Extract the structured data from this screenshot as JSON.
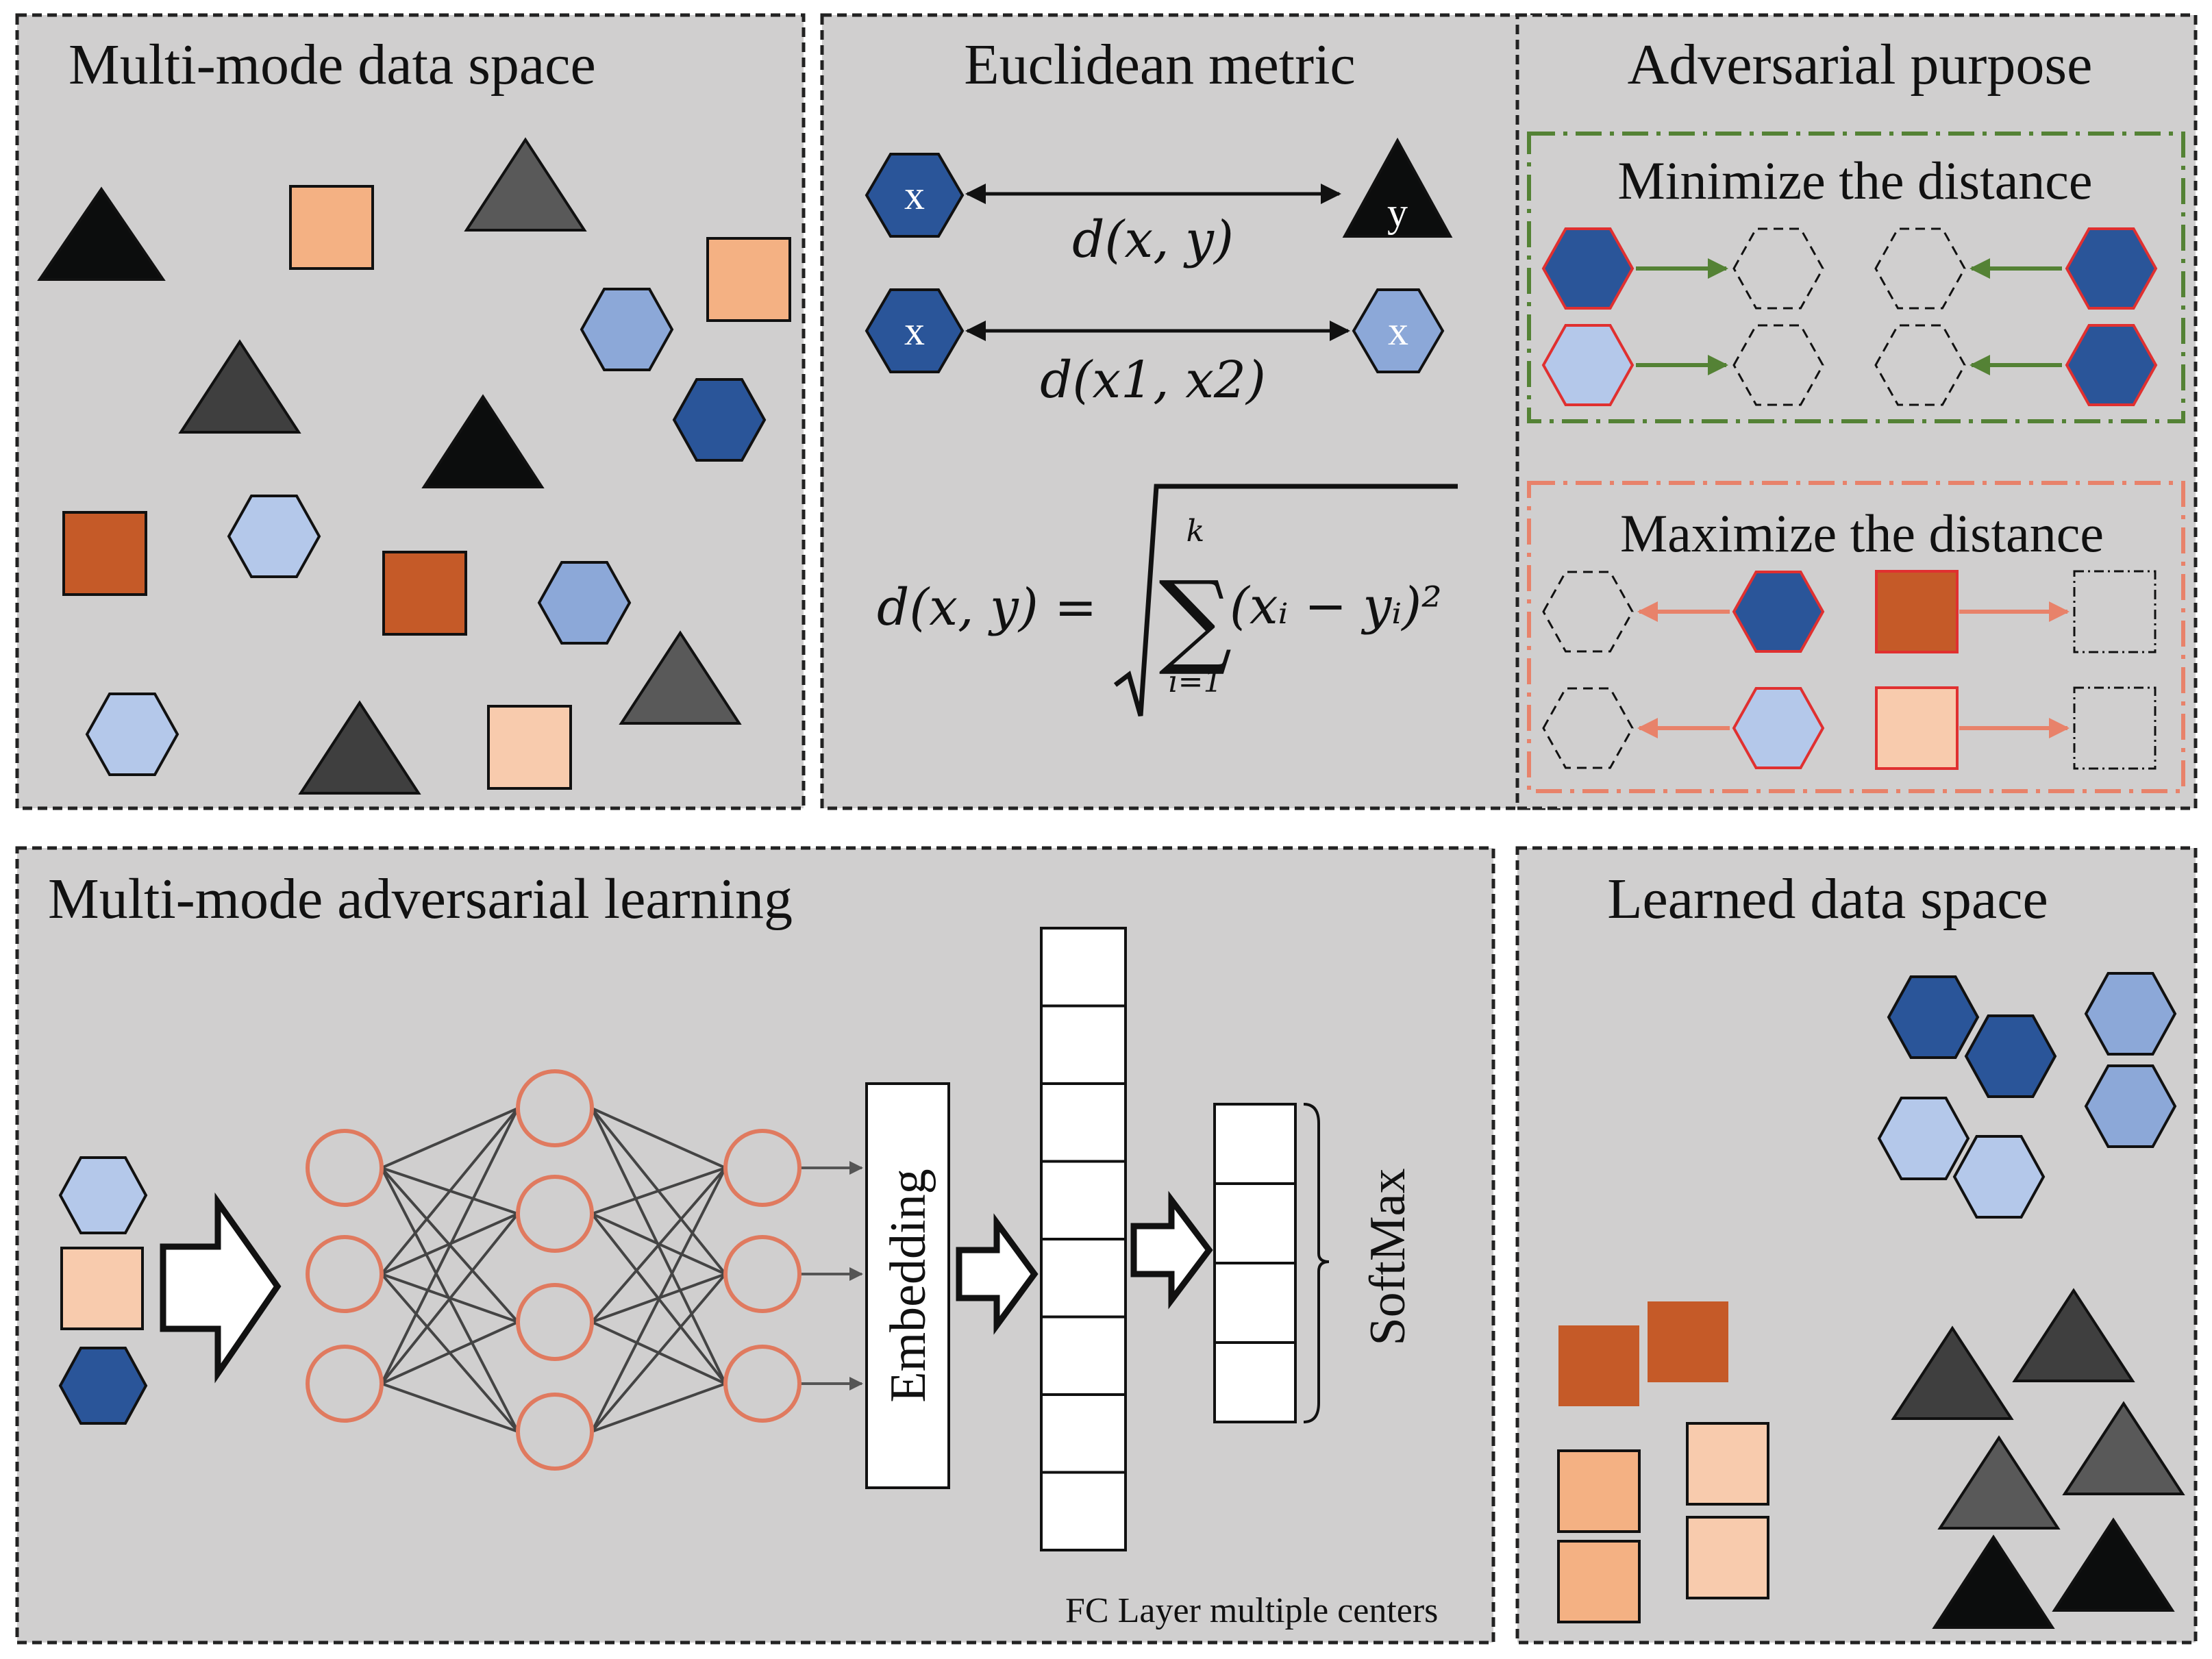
{
  "panels": {
    "multimode": {
      "title": "Multi-mode data space"
    },
    "euclid": {
      "title": "Euclidean metric",
      "x_label": "x",
      "y_label": "y",
      "d_xy": "d(x, y)",
      "d_x1x2": "d(x1, x2)",
      "formula_lhs": "d(x, y) =",
      "sum_top": "k",
      "sum_bottom": "i=1",
      "sum_term": "(xᵢ − yᵢ)²"
    },
    "adversarial": {
      "title": "Adversarial purpose",
      "minimize": "Minimize the distance",
      "maximize": "Maximize the distance"
    },
    "learning": {
      "title": "Multi-mode adversarial learning",
      "embedding": "Embedding",
      "softmax": "SoftMax",
      "fc_caption": "FC Layer multiple centers"
    },
    "learned": {
      "title": "Learned data space"
    }
  },
  "colors": {
    "panel_bg": "#d0cfcf",
    "dark_blue": "#2a5599",
    "mid_blue": "#8ca8d8",
    "light_blue": "#b4c8ea",
    "dark_orange": "#c55a28",
    "orange": "#f4b183",
    "light_orange": "#f8cbad",
    "black": "#0c0d0d",
    "dark_gray": "#3f3f3f",
    "mid_gray": "#595959",
    "green": "#548235",
    "salmon": "#e8826a",
    "red_outline": "#e03030",
    "neuron": "#e07a5f"
  }
}
